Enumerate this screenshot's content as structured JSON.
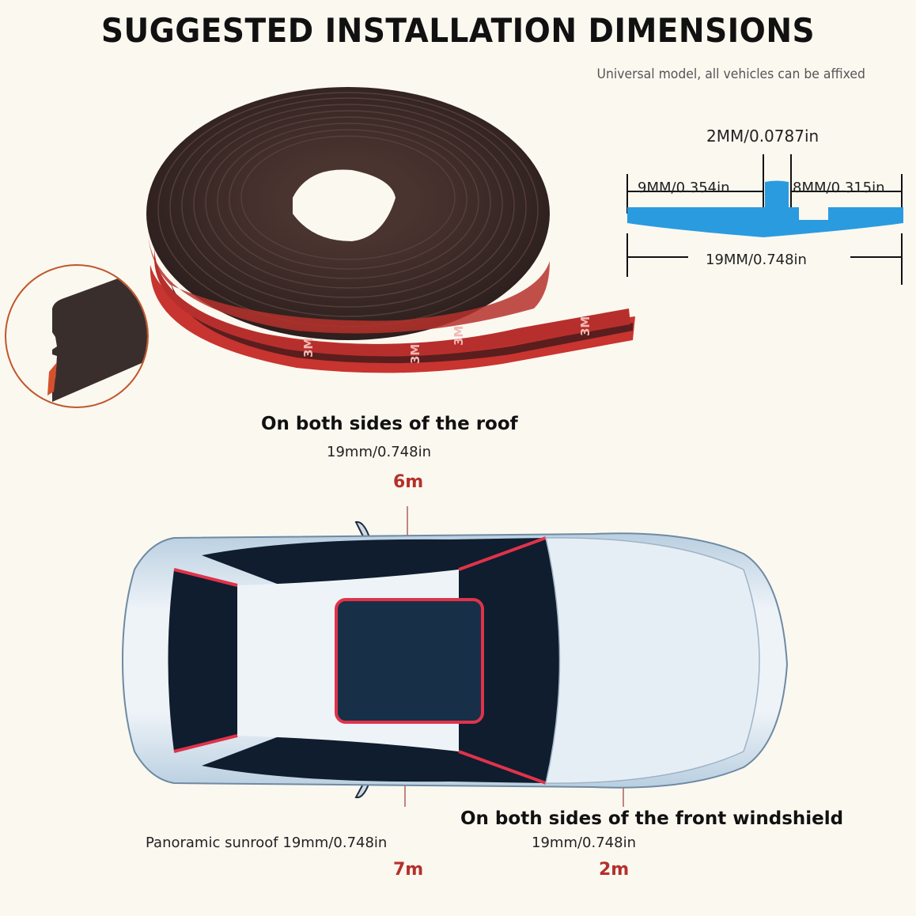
{
  "header": {
    "title": "SUGGESTED INSTALLATION DIMENSIONS",
    "subtitle": "Universal model, all vehicles can be affixed"
  },
  "profile_diagram": {
    "top_width": "2MM/0.0787in",
    "left_width": "9MM/0.354in",
    "right_width": "8MM/0.315in",
    "total_width": "19MM/0.748in",
    "profile_color": "#2b9be0"
  },
  "product": {
    "tape_roll_name": "rubber seal strip roll",
    "backing_marks": [
      "3M",
      "3M",
      "3M",
      "3M"
    ],
    "rubber_color": "#3e2a26",
    "backing_color": "#c8342f",
    "detail_circle_color": "#c0572b"
  },
  "callouts": {
    "roof": {
      "label": "On both sides of the roof",
      "size": "19mm/0.748in",
      "length": "6m"
    },
    "sunroof": {
      "label": "Panoramic sunroof 19mm/0.748in",
      "length": "7m"
    },
    "windshield": {
      "label": "On both sides of the front windshield",
      "size": "19mm/0.748in",
      "length": "2m"
    },
    "leader_line_color": "#b5302b",
    "seal_highlight_color": "#e0334a"
  }
}
